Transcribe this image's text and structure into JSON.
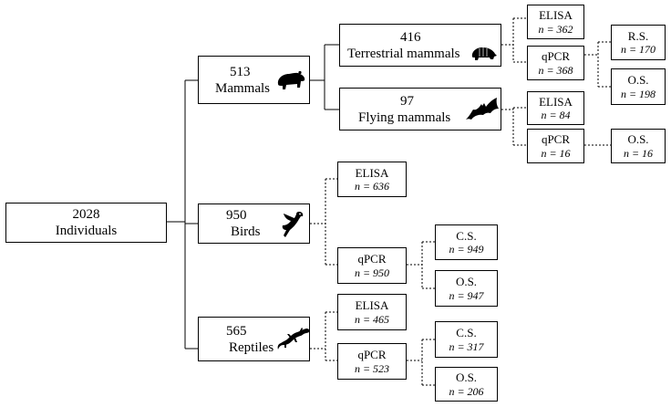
{
  "root": {
    "count": "2028",
    "label": "Individuals"
  },
  "mammals": {
    "count": "513",
    "label": "Mammals",
    "icon": "capybara-icon"
  },
  "terrestrial": {
    "count": "416",
    "label": "Terrestrial mammals",
    "icon": "armadillo-icon"
  },
  "flying": {
    "count": "97",
    "label": "Flying mammals",
    "icon": "bat-icon"
  },
  "birds": {
    "count": "950",
    "label": "Birds",
    "icon": "parrot-icon"
  },
  "reptiles": {
    "count": "565",
    "label": "Reptiles",
    "icon": "lizard-icon"
  },
  "terr_elisa": {
    "test": "ELISA",
    "n": "n = 362"
  },
  "terr_qpcr": {
    "test": "qPCR",
    "n": "n = 368"
  },
  "terr_rs": {
    "test": "R.S.",
    "n": "n = 170"
  },
  "terr_os": {
    "test": "O.S.",
    "n": "n = 198"
  },
  "fly_elisa": {
    "test": "ELISA",
    "n": "n = 84"
  },
  "fly_qpcr": {
    "test": "qPCR",
    "n": "n = 16"
  },
  "fly_os": {
    "test": "O.S.",
    "n": "n = 16"
  },
  "bird_elisa": {
    "test": "ELISA",
    "n": "n = 636"
  },
  "bird_qpcr": {
    "test": "qPCR",
    "n": "n = 950"
  },
  "bird_cs": {
    "test": "C.S.",
    "n": "n = 949"
  },
  "bird_os": {
    "test": "O.S.",
    "n": "n = 947"
  },
  "rep_elisa": {
    "test": "ELISA",
    "n": "n = 465"
  },
  "rep_qpcr": {
    "test": "qPCR",
    "n": "n = 523"
  },
  "rep_cs": {
    "test": "C.S.",
    "n": "n = 317"
  },
  "rep_os": {
    "test": "O.S.",
    "n": "n = 206"
  }
}
